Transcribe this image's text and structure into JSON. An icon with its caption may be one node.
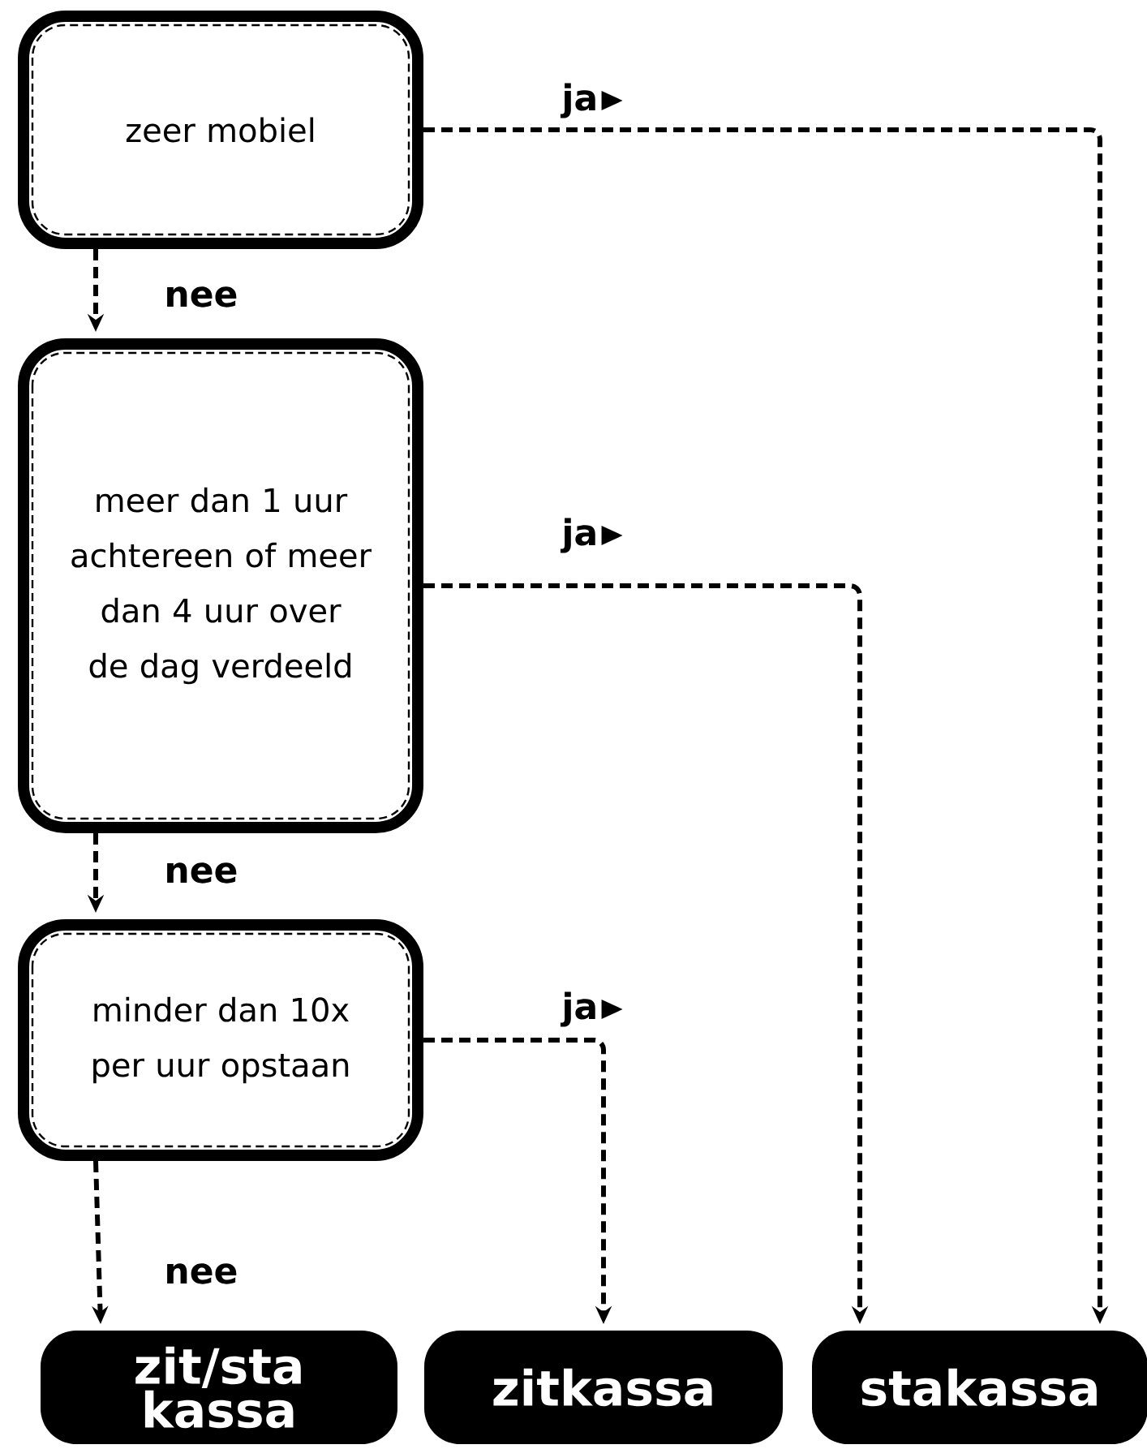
{
  "diagram": {
    "nodes": [
      {
        "text": [
          "zeer mobiel"
        ]
      },
      {
        "text": [
          "meer dan 1 uur achtereen of meer dan 4 uur over de dag verdeeld"
        ]
      },
      {
        "text": [
          "minder dan 10x per uur opstaan"
        ]
      },
      {
        "text": [
          "zit/sta kassa"
        ]
      },
      {
        "text": [
          "zitkassa"
        ]
      },
      {
        "text": [
          "stakassa"
        ]
      }
    ],
    "edges": [
      {
        "from": 0,
        "to": 1,
        "arrow": "to",
        "label": "nee",
        "style": "dashed"
      },
      {
        "from": 0,
        "to": 5,
        "arrow": "to",
        "label": "ja",
        "style": "dashed"
      },
      {
        "from": 1,
        "to": 2,
        "arrow": "to",
        "label": "nee",
        "style": "dashed"
      },
      {
        "from": 1,
        "to": 5,
        "arrow": "to",
        "label": "ja",
        "style": "dashed"
      },
      {
        "from": 2,
        "to": 3,
        "arrow": "to",
        "label": "nee",
        "style": "dashed"
      },
      {
        "from": 2,
        "to": 4,
        "arrow": "to",
        "label": "ja",
        "style": "dashed"
      }
    ]
  }
}
